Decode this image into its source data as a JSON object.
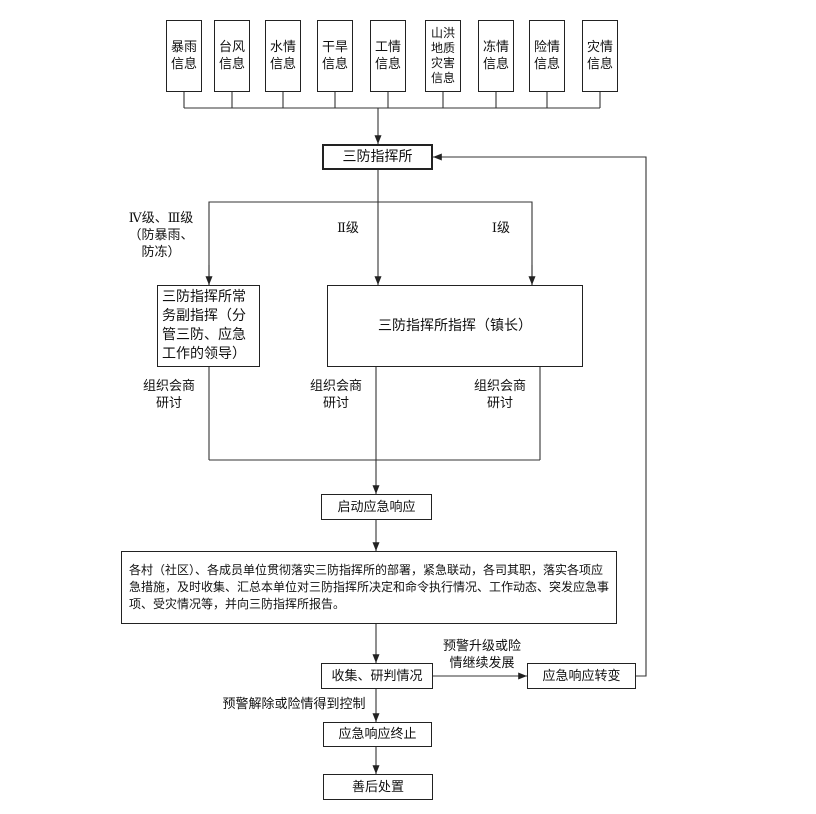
{
  "sources": [
    "暴雨\n信息",
    "台风\n信息",
    "水情\n信息",
    "干旱\n信息",
    "工情\n信息",
    "山洪\n地质\n灾害\n信息",
    "冻情\n信息",
    "险情\n信息",
    "灾情\n信息"
  ],
  "hq": "三防指挥所",
  "levels": {
    "l34": "Ⅳ级、Ⅲ级\n（防暴雨、\n防冻）",
    "l2": "Ⅱ级",
    "l1": "Ⅰ级"
  },
  "deputy": "三防指挥所常\n务副指挥（分\n管三防、应急\n工作的领导）",
  "commander": "三防指挥所指挥（镇长）",
  "consult": "组织会商\n研讨",
  "start": "启动应急响应",
  "actions": "各村（社区）、各成员单位贯彻落实三防指挥所的部署，紧急联动，各司其职，落实各项应急措施，及时收集、汇总本单位对三防指挥所决定和命令执行情况、工作动态、突发应急事项、受灾情况等，并向三防指挥所报告。",
  "collect": "收集、研判情况",
  "upgrade_label": "预警升级或险\n情继续发展",
  "transfer": "应急响应转变",
  "release_label": "预警解除或险情得到控制",
  "terminate": "应急响应终止",
  "aftermath": "善后处置"
}
